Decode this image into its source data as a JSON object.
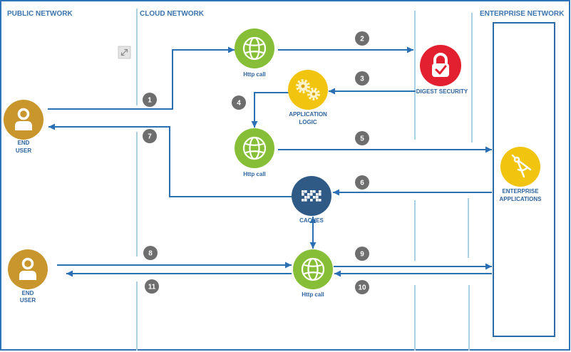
{
  "zones": {
    "public_network": "PUBLIC NETWORK",
    "cloud_network": "CLOUD NETWORK",
    "enterprise_network": "ENTERPRISE NETWORK"
  },
  "nodes": {
    "end_user_top": {
      "lines": [
        "END",
        "USER"
      ],
      "icon": "user-icon",
      "color": "#c9962e"
    },
    "end_user_bottom": {
      "lines": [
        "END",
        "USER"
      ],
      "icon": "user-icon",
      "color": "#c9962e"
    },
    "http_call_top": {
      "label": "Http call",
      "icon": "globe-icon",
      "color": "#86bf37"
    },
    "http_call_middle": {
      "label": "Http call",
      "icon": "globe-icon",
      "color": "#86bf37"
    },
    "http_call_bottom": {
      "label": "Http call",
      "icon": "globe-icon",
      "color": "#86bf37"
    },
    "digest_security": {
      "label": "DIGEST SECURITY",
      "icon": "lock-icon",
      "color": "#e3202f"
    },
    "application_logic": {
      "lines": [
        "APPLICATION",
        "LOGIC"
      ],
      "icon": "gears-icon",
      "color": "#f1c40f"
    },
    "caches": {
      "label": "CACHES",
      "icon": "cache-grid-icon",
      "color": "#2f5a86"
    },
    "enterprise_applications": {
      "lines": [
        "ENTERPRISE",
        "APPLICATIONS"
      ],
      "icon": "compass-icon",
      "color": "#f1c40f"
    }
  },
  "steps": [
    "1",
    "2",
    "3",
    "4",
    "5",
    "6",
    "7",
    "8",
    "9",
    "10",
    "11"
  ],
  "controls": {
    "expand_icon": "expand-icon"
  },
  "colors": {
    "connector": "#2b70b4",
    "zone_divider": "#a9d0e3",
    "label_text": "#2d64a0",
    "step_badge": "#6e6e6e",
    "frame": "#2f74b5"
  }
}
